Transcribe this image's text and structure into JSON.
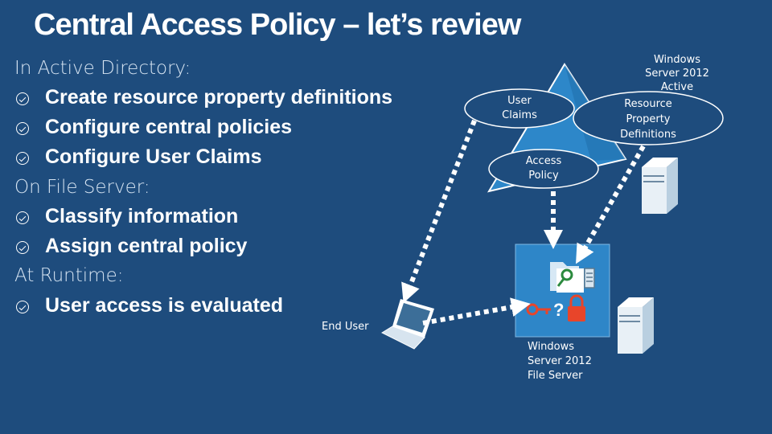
{
  "title": "Central Access Policy – let’s review",
  "sections": {
    "ad": "In Active Directory:",
    "fs": "On File Server:",
    "rt": "At Runtime:"
  },
  "bullets": {
    "b1": "Create resource property definitions",
    "b2": "Configure central policies",
    "b3": "Configure User Claims",
    "b4": "Classify information",
    "b5": "Assign central policy",
    "b6": "User access is evaluated"
  },
  "diagram": {
    "ad_server": "Windows Server 2012 Active",
    "user_claims": "User Claims",
    "access_policy": "Access Policy",
    "resource_props": "Resource Property Definitions",
    "end_user": "End User",
    "file_server": "Windows Server 2012 File Server"
  },
  "colors": {
    "background": "#1e4c7d",
    "triangle": "#2d87c9",
    "panel": "#2e86c8"
  }
}
